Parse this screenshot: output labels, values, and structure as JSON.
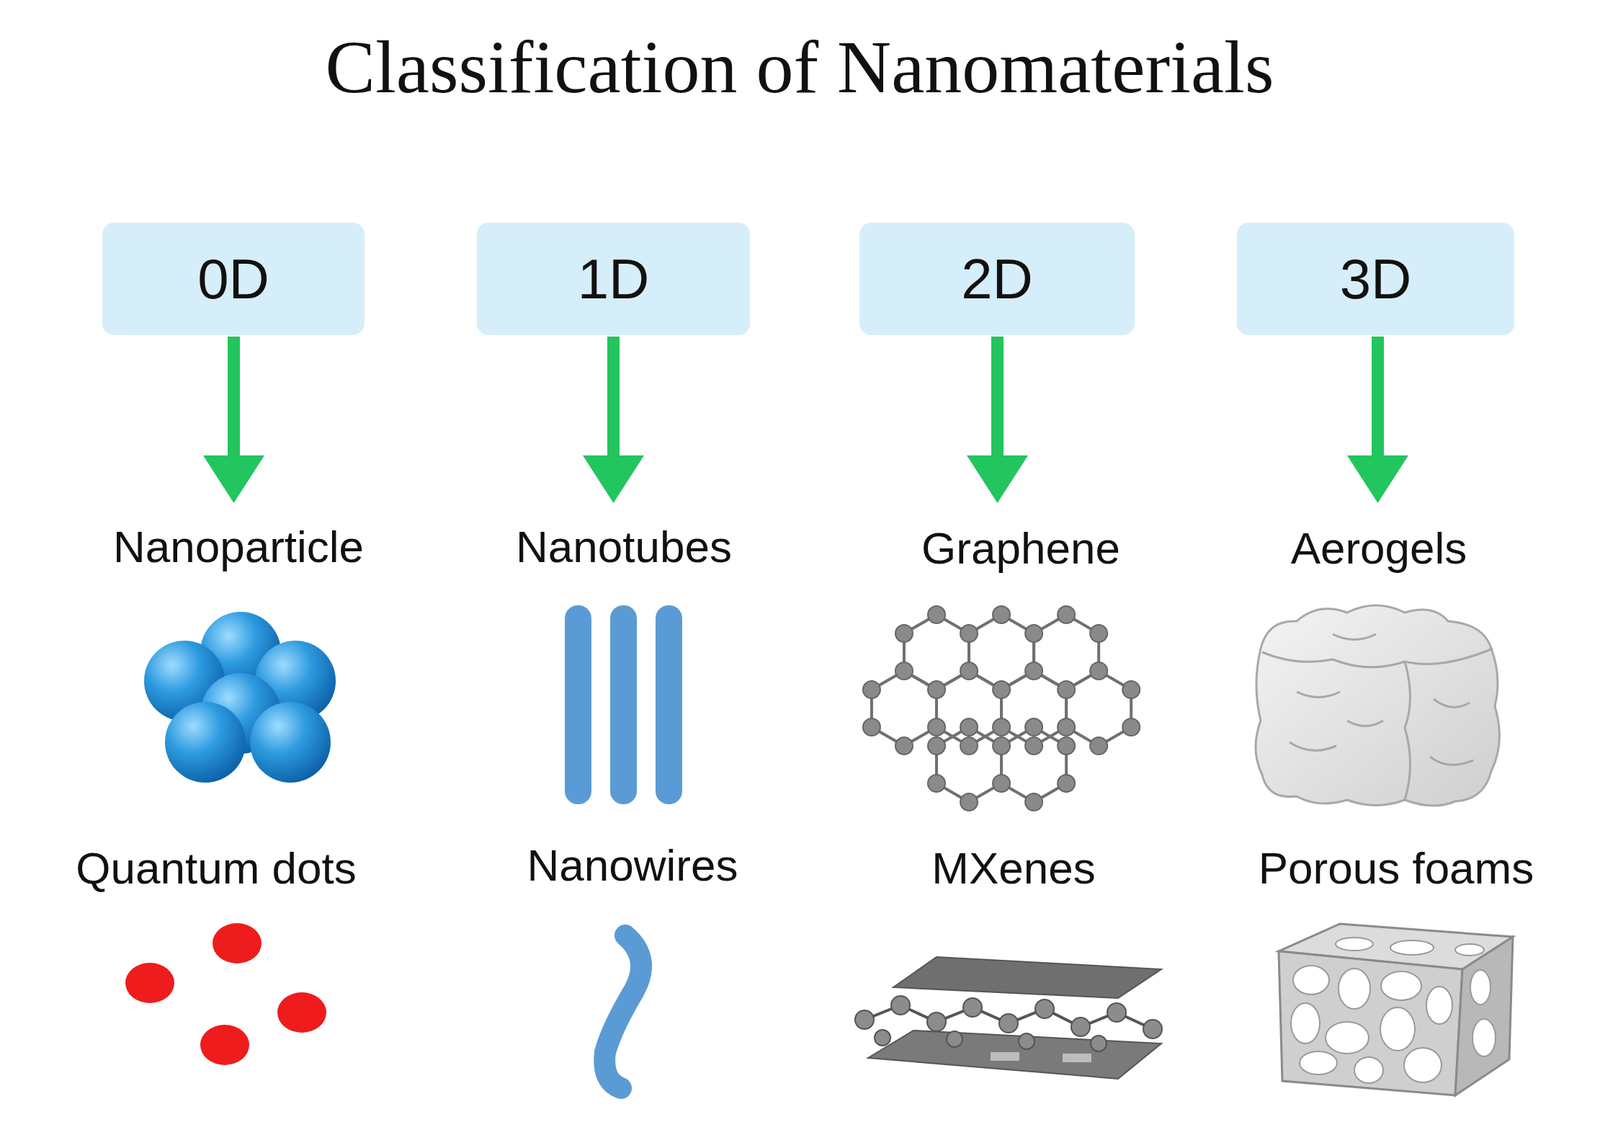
{
  "diagram": {
    "title": "Classification of Nanomaterials",
    "nodes": [
      {
        "text": [
          "0D"
        ]
      },
      {
        "text": [
          "1D"
        ]
      },
      {
        "text": [
          "2D"
        ]
      },
      {
        "text": [
          "3D"
        ]
      }
    ],
    "labels": [
      "Nanoparticle",
      "Nanotubes",
      "Graphene",
      "Aerogels",
      "Quantum dots",
      "Nanowires",
      "MXenes",
      "Porous foams"
    ]
  }
}
